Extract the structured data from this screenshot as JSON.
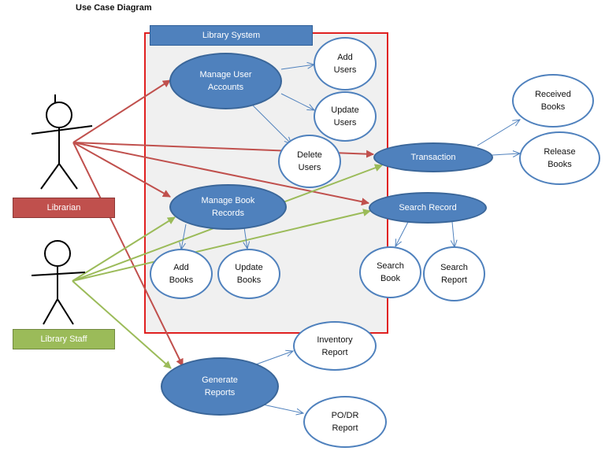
{
  "title": "Use Case Diagram",
  "system": {
    "label": "Library System"
  },
  "actors": {
    "librarian": "Librarian",
    "staff": "Library Staff"
  },
  "use_cases": {
    "manage_user_accounts": "Manage User\nAccounts",
    "add_users": "Add\nUsers",
    "update_users": "Update\nUsers",
    "delete_users": "Delete\nUsers",
    "manage_book_records": "Manage Book\nRecords",
    "add_books": "Add\nBooks",
    "update_books": "Update\nBooks",
    "transaction": "Transaction",
    "received_books": "Received\nBooks",
    "release_books": "Release\nBooks",
    "search_record": "Search Record",
    "search_book": "Search\nBook",
    "search_report": "Search\nReport",
    "generate_reports": "Generate\nReports",
    "inventory_report": "Inventory\nReport",
    "podr_report": "PO/DR\nReport"
  },
  "colors": {
    "librarian_arrow": "#c0504d",
    "staff_arrow": "#9bbb59",
    "include_arrow": "#4f81bd",
    "system_border": "#e02020"
  }
}
